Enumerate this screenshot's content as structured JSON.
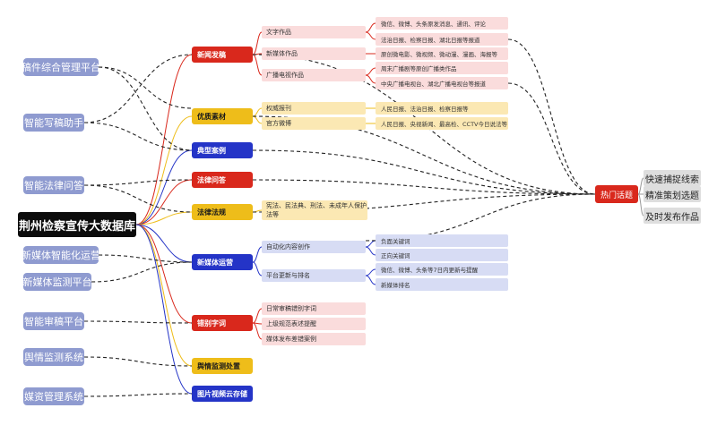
{
  "root": "荆州检察宣传大数据库",
  "left_nodes": [
    "稿件综合管理平台",
    "智能写稿助手",
    "智能法律问答",
    "新媒体智能化运营",
    "新媒体监测平台",
    "智能审稿平台",
    "舆情监测系统",
    "媒资管理系统"
  ],
  "categories": [
    "新闻发稿",
    "优质素材",
    "典型案例",
    "法律问答",
    "法律法规",
    "新媒体运营",
    "错别字词",
    "舆情监测处置",
    "图片视频云存储"
  ],
  "subs": {
    "news": [
      "文字作品",
      "新媒体作品",
      "广播电视作品"
    ],
    "quality": [
      "权威报刊",
      "官方微博"
    ],
    "law": [
      "宪法、民法典、刑法、未成年人保护法等"
    ],
    "newmedia": [
      "自动化内容创作",
      "平台更新与排名"
    ],
    "typo": [
      "日常审稿错别字词",
      "上级规范表述提醒",
      "媒体发布差错案例"
    ]
  },
  "leaves": {
    "text": [
      "微信、微博、头条原发消息、通讯、评论",
      "法治日报、检察日报、湖北日报等报道"
    ],
    "nm": [
      "原创微电影、微视频、微动漫、漫画、海报等"
    ],
    "tv": [
      "周末广播剧等原创广播类作品",
      "中央广播电视台、湖北广播电视台等报道"
    ],
    "press": [
      "人民日报、法治日报、检察日报等"
    ],
    "weibo": [
      "人民日报、央视新闻、最高检、CCTV今日说法等"
    ],
    "auto": [
      "负面关键词",
      "正向关键词"
    ],
    "rank": [
      "微信、微博、头条等7日内更新与提醒",
      "新媒体排名"
    ]
  },
  "hot_topic": "热门话题",
  "right_nodes": [
    "快速捕捉线索",
    "精准策划选题",
    "及时发布作品"
  ],
  "colors": {
    "red": "#d9281c",
    "yellow": "#eebd1a",
    "blue": "#2434c7",
    "leftblue": "#8f9bd0",
    "dash": "#222222"
  }
}
